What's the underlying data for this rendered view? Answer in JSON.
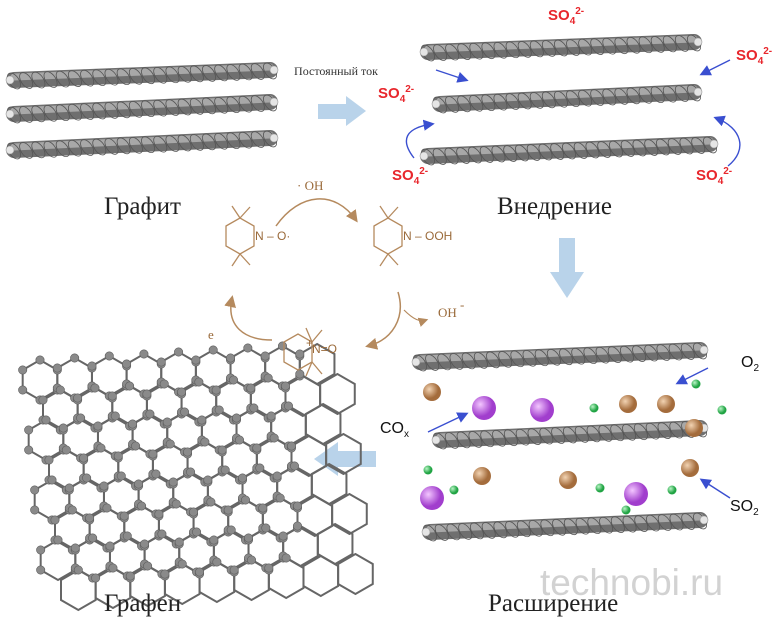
{
  "labels": {
    "graphite": "Графит",
    "intercalation": "Внедрение",
    "graphene": "Графен",
    "expansion": "Расширение"
  },
  "arrow_label": "Постоянный ток",
  "ions": {
    "sulfate": "SO",
    "sulfate_sub": "4",
    "sulfate_sup": "2-"
  },
  "gases": {
    "o2": "O",
    "o2_sub": "2",
    "cox": "CO",
    "cox_sub": "x",
    "so2": "SO",
    "so2_sub": "2"
  },
  "cycle": {
    "radical_oh": "· OH",
    "hydroxide": "OH",
    "hydroxide_sup": "-",
    "electron": "e",
    "tempo_radical": "N – O·",
    "hydroperoxide": "N – OOH",
    "oxoammonium": "N=O",
    "oxoammonium_charge": "+"
  },
  "watermark": "technobi.ru",
  "colors": {
    "sheet": "#8c8c8c",
    "ion": "#e8262c",
    "arrow": "#b9d3ea",
    "cycle": "#9a6a3a",
    "bead_brown": "#b57d4c",
    "bead_purple": "#b44fd6",
    "bead_green": "#2fbf52"
  }
}
